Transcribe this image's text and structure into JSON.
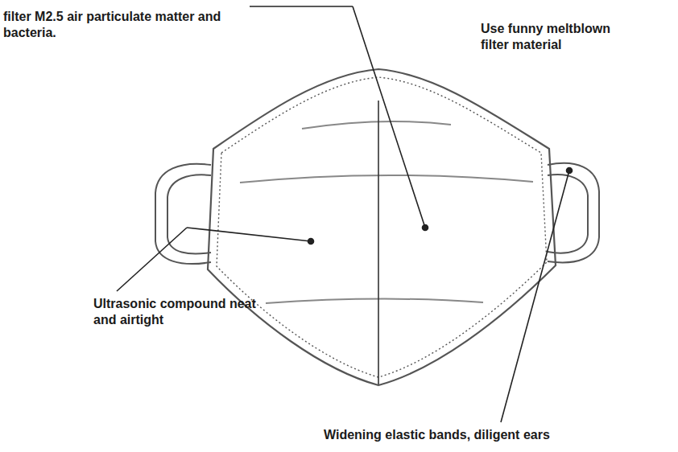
{
  "diagram": {
    "labels": [
      "filter M2.5 air particulate matter and bacteria.",
      "Use funny meltblown filter material",
      "Ultrasonic compound neat and airtight",
      "Widening elastic bands, diligent ears"
    ]
  }
}
